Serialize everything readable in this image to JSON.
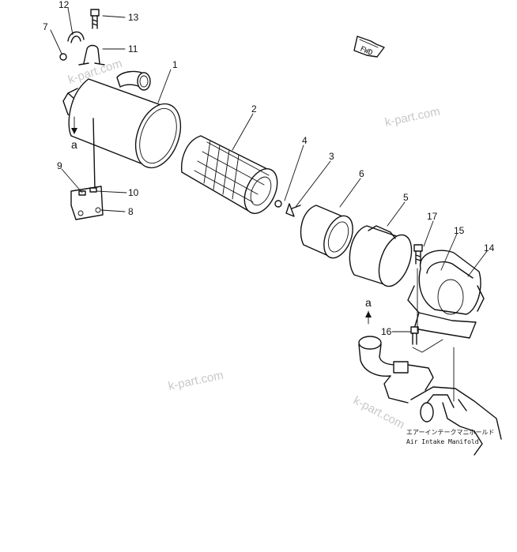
{
  "diagram": {
    "callouts": {
      "c1": "1",
      "c2": "2",
      "c3": "3",
      "c4": "4",
      "c5": "5",
      "c6": "6",
      "c7": "7",
      "c8": "8",
      "c9": "9",
      "c10": "10",
      "c11": "11",
      "c12": "12",
      "c13": "13",
      "c14": "14",
      "c15": "15",
      "c16": "16",
      "c17": "17"
    },
    "ref_a_upper": "a",
    "ref_a_lower": "a",
    "fwd_label": "FWD",
    "manifold_jp": "エアーインテークマニホールド",
    "manifold_en": "Air Intake Manifold",
    "watermark": "k-part.com"
  }
}
